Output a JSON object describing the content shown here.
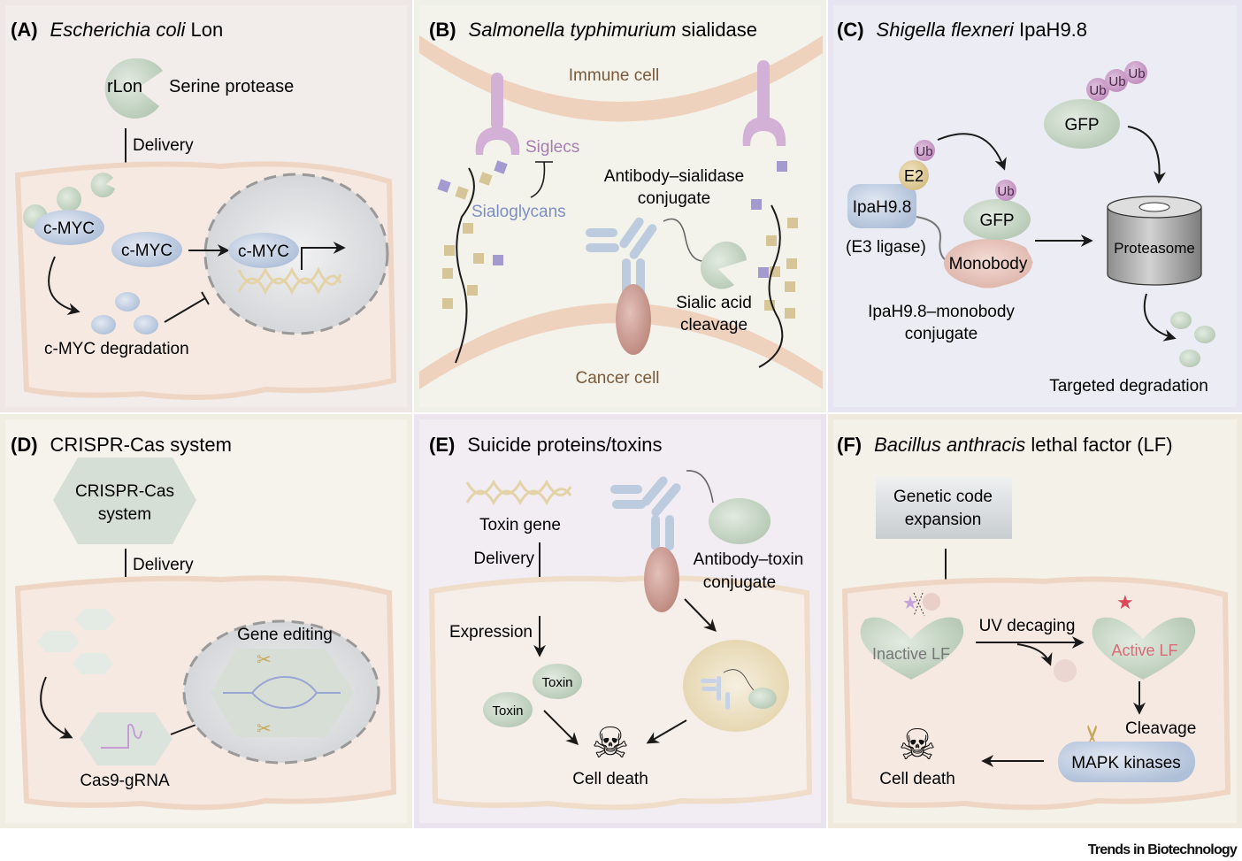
{
  "figure": {
    "footer": "Trends in Biotechnology",
    "colors": {
      "panel_a_bg": "#efe6e6",
      "panel_b_bg": "#f0efe6",
      "panel_c_bg": "#e9e8f2",
      "panel_d_bg": "#f2efe6",
      "panel_e_bg": "#ece6ee",
      "panel_f_bg": "#f2eee4",
      "cell": "#f6e9e2",
      "membrane": "#efd2bd",
      "nucleus": "#dcdde0",
      "protein_green": "#c3d4c2",
      "protein_blue": "#bfcde2",
      "ub_purple": "#c99ac6",
      "siglec": "#d3b1d6",
      "glycan_tan": "#d6c597",
      "glycan_purple": "#a39bd0",
      "antibody": "#bccbdd",
      "receptor": "#c9958b",
      "active_red": "#d96a78",
      "scissors": "#c6a85a"
    }
  },
  "panels": {
    "a": {
      "letter": "(A)",
      "title_italic": "Escherichia coli",
      "title_rest": " Lon",
      "rlon": "rLon",
      "serine_protease": "Serine protease",
      "delivery": "Delivery",
      "cmyc_1": "c-MYC",
      "cmyc_2": "c-MYC",
      "cmyc_3": "c-MYC",
      "degradation": "c-MYC degradation"
    },
    "b": {
      "letter": "(B)",
      "title_italic": "Salmonella typhimurium",
      "title_rest": " sialidase",
      "immune_cell": "Immune cell",
      "siglecs": "Siglecs",
      "sialoglycans": "Sialoglycans",
      "conjugate_1": "Antibody–sialidase",
      "conjugate_2": "conjugate",
      "cleavage_1": "Sialic acid",
      "cleavage_2": "cleavage",
      "cancer_cell": "Cancer cell"
    },
    "c": {
      "letter": "(C)",
      "title_italic": "Shigella flexneri",
      "title_rest": " IpaH9.8",
      "ub": "Ub",
      "gfp_top": "GFP",
      "e2": "E2",
      "ipah": "IpaH9.8",
      "e3": "(E3 ligase)",
      "gfp": "GFP",
      "monobody": "Monobody",
      "proteasome": "Proteasome",
      "conj_1": "IpaH9.8–monobody",
      "conj_2": "conjugate",
      "targeted": "Targeted degradation"
    },
    "d": {
      "letter": "(D)",
      "title": "CRISPR-Cas system",
      "hex_1": "CRISPR-Cas",
      "hex_2": "system",
      "delivery": "Delivery",
      "gene_editing": "Gene editing",
      "cas9": "Cas9-gRNA"
    },
    "e": {
      "letter": "(E)",
      "title": "Suicide proteins/toxins",
      "toxin_gene": "Toxin gene",
      "delivery": "Delivery",
      "expression": "Expression",
      "toxin_1": "Toxin",
      "toxin_2": "Toxin",
      "conj_1": "Antibody–toxin",
      "conj_2": "conjugate",
      "cell_death": "Cell death"
    },
    "f": {
      "letter": "(F)",
      "title_italic": "Bacillus anthracis",
      "title_rest": " lethal factor (LF)",
      "gce_1": "Genetic code",
      "gce_2": "expansion",
      "uv": "UV decaging",
      "inactive": "Inactive LF",
      "active": "Active LF",
      "cleavage": "Cleavage",
      "mapk": "MAPK kinases",
      "cell_death": "Cell death"
    }
  }
}
